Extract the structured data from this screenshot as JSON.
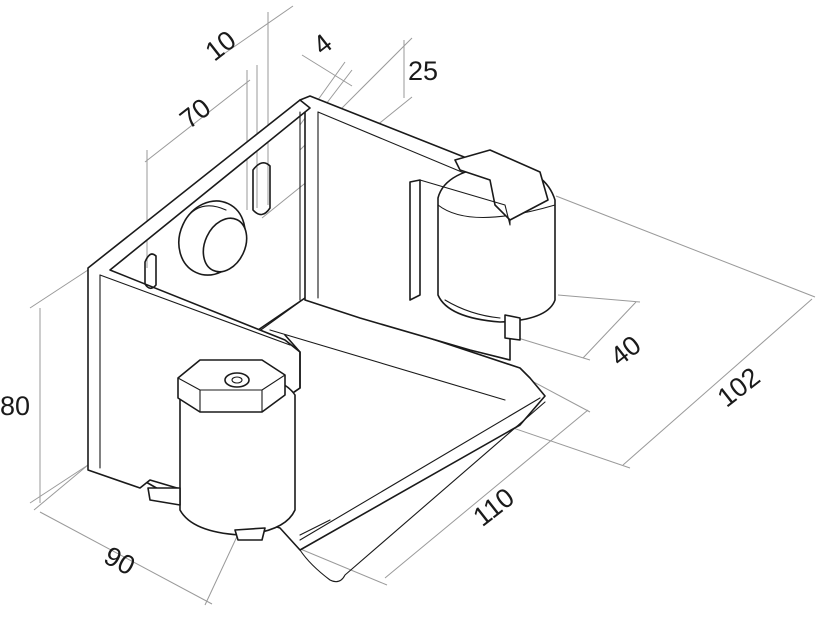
{
  "dimensions": {
    "width": "90",
    "height": "80",
    "depth": "110",
    "diagonal": "102",
    "roller_offset": "40",
    "slot_spacing": "70",
    "slot_width": "10",
    "tab_thickness": "4",
    "slot_top": "25"
  },
  "colors": {
    "line": "#1a1a1a",
    "dimension_line": "#9a9a9a",
    "background": "#ffffff"
  }
}
